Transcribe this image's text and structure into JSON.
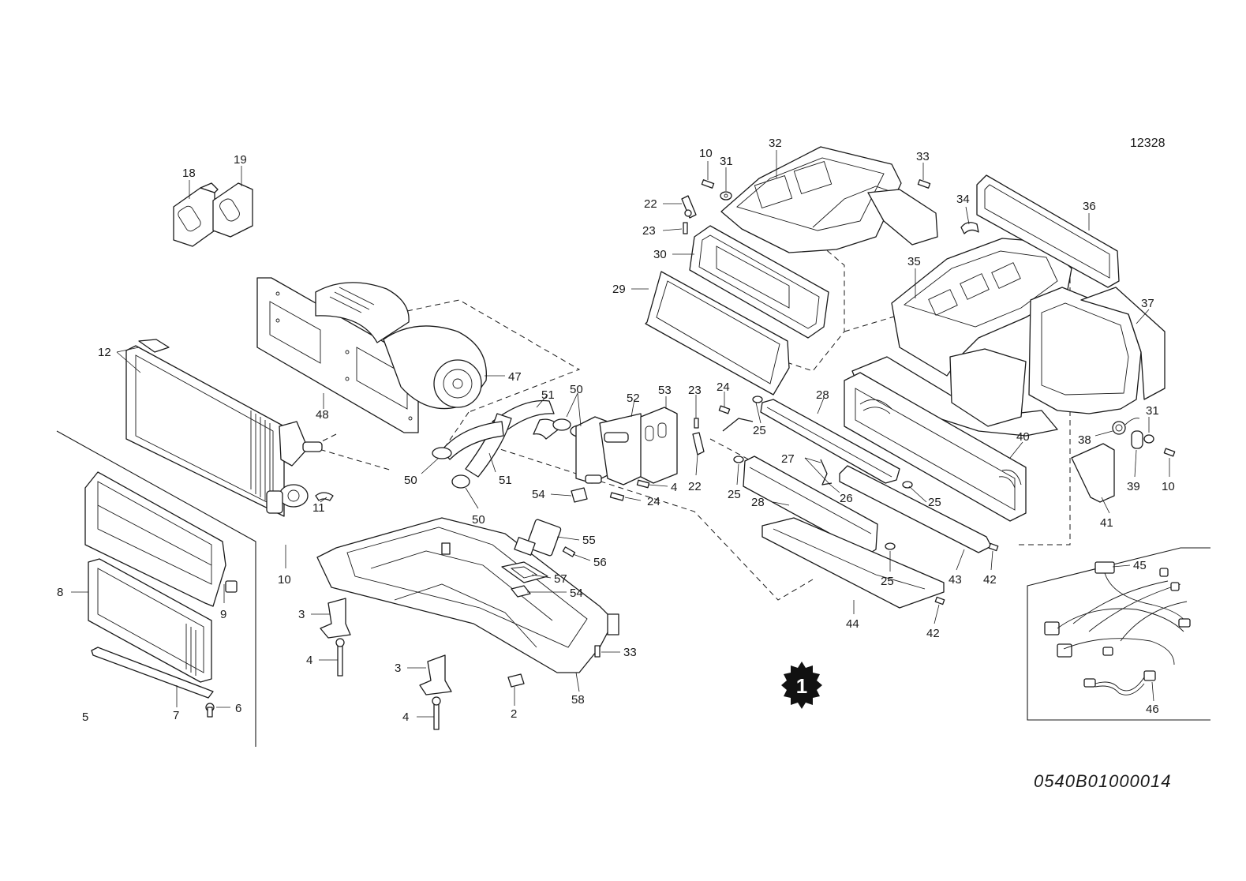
{
  "diagram_ref": "12328",
  "drawing_code": "0540B01000014",
  "badge": "1",
  "callouts": [
    {
      "id": "c-10a",
      "label": "10"
    },
    {
      "id": "c-31a",
      "label": "31"
    },
    {
      "id": "c-32",
      "label": "32"
    },
    {
      "id": "c-33a",
      "label": "33"
    },
    {
      "id": "c-34",
      "label": "34"
    },
    {
      "id": "c-36",
      "label": "36"
    },
    {
      "id": "c-22a",
      "label": "22"
    },
    {
      "id": "c-23a",
      "label": "23"
    },
    {
      "id": "c-30",
      "label": "30"
    },
    {
      "id": "c-35",
      "label": "35"
    },
    {
      "id": "c-29",
      "label": "29"
    },
    {
      "id": "c-37",
      "label": "37"
    },
    {
      "id": "c-18",
      "label": "18"
    },
    {
      "id": "c-19",
      "label": "19"
    },
    {
      "id": "c-12",
      "label": "12"
    },
    {
      "id": "c-47",
      "label": "47"
    },
    {
      "id": "c-48",
      "label": "48"
    },
    {
      "id": "c-51a",
      "label": "51"
    },
    {
      "id": "c-50a",
      "label": "50"
    },
    {
      "id": "c-52",
      "label": "52"
    },
    {
      "id": "c-53",
      "label": "53"
    },
    {
      "id": "c-23b",
      "label": "23"
    },
    {
      "id": "c-24a",
      "label": "24"
    },
    {
      "id": "c-25a",
      "label": "25"
    },
    {
      "id": "c-28a",
      "label": "28"
    },
    {
      "id": "c-40",
      "label": "40"
    },
    {
      "id": "c-31b",
      "label": "31"
    },
    {
      "id": "c-38",
      "label": "38"
    },
    {
      "id": "c-39",
      "label": "39"
    },
    {
      "id": "c-10b",
      "label": "10"
    },
    {
      "id": "c-50b",
      "label": "50"
    },
    {
      "id": "c-51b",
      "label": "51"
    },
    {
      "id": "c-4a",
      "label": "4"
    },
    {
      "id": "c-24b",
      "label": "24"
    },
    {
      "id": "c-54a",
      "label": "54"
    },
    {
      "id": "c-22b",
      "label": "22"
    },
    {
      "id": "c-27",
      "label": "27"
    },
    {
      "id": "c-26",
      "label": "26"
    },
    {
      "id": "c-25b",
      "label": "25"
    },
    {
      "id": "c-25c",
      "label": "25"
    },
    {
      "id": "c-28b",
      "label": "28"
    },
    {
      "id": "c-41",
      "label": "41"
    },
    {
      "id": "c-11",
      "label": "11"
    },
    {
      "id": "c-50c",
      "label": "50"
    },
    {
      "id": "c-55",
      "label": "55"
    },
    {
      "id": "c-56",
      "label": "56"
    },
    {
      "id": "c-43",
      "label": "43"
    },
    {
      "id": "c-42a",
      "label": "42"
    },
    {
      "id": "c-25d",
      "label": "25"
    },
    {
      "id": "c-10c",
      "label": "10"
    },
    {
      "id": "c-57",
      "label": "57"
    },
    {
      "id": "c-54b",
      "label": "54"
    },
    {
      "id": "c-45",
      "label": "45"
    },
    {
      "id": "c-8",
      "label": "8"
    },
    {
      "id": "c-9",
      "label": "9"
    },
    {
      "id": "c-3a",
      "label": "3"
    },
    {
      "id": "c-44",
      "label": "44"
    },
    {
      "id": "c-42b",
      "label": "42"
    },
    {
      "id": "c-33b",
      "label": "33"
    },
    {
      "id": "c-4b",
      "label": "4"
    },
    {
      "id": "c-3b",
      "label": "3"
    },
    {
      "id": "c-58",
      "label": "58"
    },
    {
      "id": "c-5",
      "label": "5"
    },
    {
      "id": "c-7",
      "label": "7"
    },
    {
      "id": "c-6",
      "label": "6"
    },
    {
      "id": "c-2",
      "label": "2"
    },
    {
      "id": "c-4c",
      "label": "4"
    },
    {
      "id": "c-46",
      "label": "46"
    }
  ]
}
